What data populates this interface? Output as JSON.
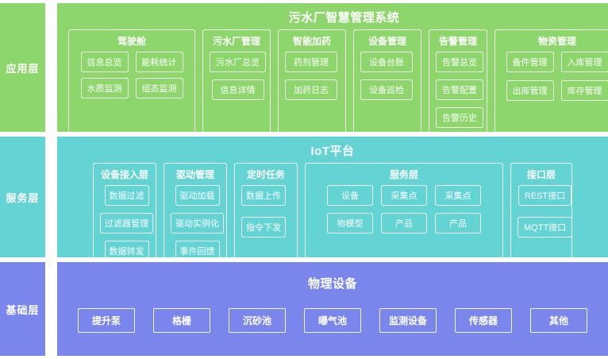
{
  "theme": {
    "app_color": "#8CD66B",
    "service_color": "#63D3D3",
    "base_color": "#7B86EC",
    "text_color": "#FFFFFF"
  },
  "layers": {
    "application": {
      "tag": "应用层",
      "title": "污水厂智慧管理系统",
      "groups": [
        {
          "name": "驾驶舱",
          "items": [
            "信息总览",
            "能耗统计",
            "水质监测",
            "组态监测"
          ]
        },
        {
          "name": "污水厂管理",
          "items": [
            "污水厂总览",
            "信息详情"
          ]
        },
        {
          "name": "智能加药",
          "items": [
            "药剂管理",
            "加药日志"
          ]
        },
        {
          "name": "设备管理",
          "items": [
            "设备台账",
            "设备巡检"
          ]
        },
        {
          "name": "告警管理",
          "items": [
            "告警总览",
            "告警配置",
            "告警历史"
          ]
        },
        {
          "name": "物资管理",
          "items": [
            "备件管理",
            "入库管理",
            "出库管理",
            "库存管理"
          ]
        }
      ]
    },
    "service": {
      "tag": "服务层",
      "title": "IoT平台",
      "groups": [
        {
          "name": "设备接入层",
          "items": [
            "数据过滤",
            "过滤器管理",
            "数据转发"
          ]
        },
        {
          "name": "驱动管理",
          "items": [
            "驱动加载",
            "驱动实例化",
            "事件回馈"
          ]
        },
        {
          "name": "定时任务",
          "items": [
            "数据上传",
            "指令下发"
          ]
        },
        {
          "name": "服务层",
          "items": [
            "设备",
            "采集点",
            "采集点",
            "物模型",
            "产品",
            "产品"
          ]
        },
        {
          "name": "接口层",
          "items": [
            "REST接口",
            "MQTT接口"
          ]
        }
      ]
    },
    "base": {
      "tag": "基础层",
      "title": "物理设备",
      "items": [
        "提升泵",
        "格栅",
        "沉砂池",
        "曝气池",
        "监测设备",
        "传感器",
        "其他"
      ]
    }
  }
}
